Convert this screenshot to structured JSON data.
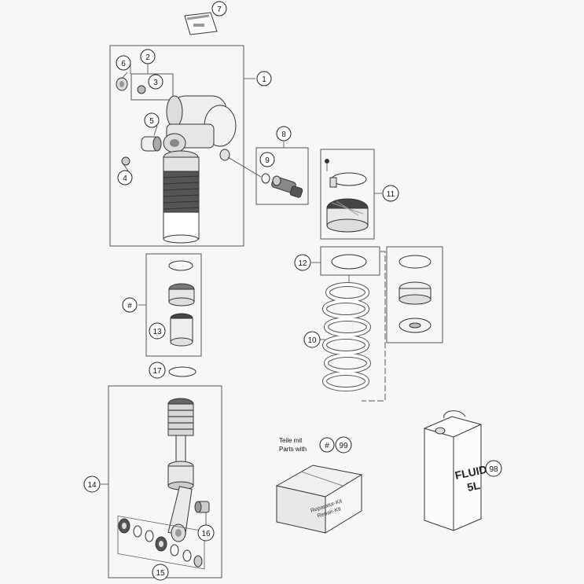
{
  "callouts": {
    "c1": "1",
    "c2": "2",
    "c3": "3",
    "c4": "4",
    "c5": "5",
    "c6": "6",
    "c7": "7",
    "c8": "8",
    "c9": "9",
    "c10": "10",
    "c11": "11",
    "c12": "12",
    "c13": "13",
    "c14": "14",
    "c15": "15",
    "c16": "16",
    "c17": "17",
    "hash": "#",
    "hash99": "#",
    "c99": "99",
    "c98": "98"
  },
  "notes": {
    "parts_line1": "Teile mit",
    "parts_line2": "Parts with"
  },
  "can": {
    "line1": "FLUID",
    "line2": "5L"
  },
  "kit": {
    "line1": "Reparatur-Kit",
    "line2": "Repair-Kit"
  }
}
